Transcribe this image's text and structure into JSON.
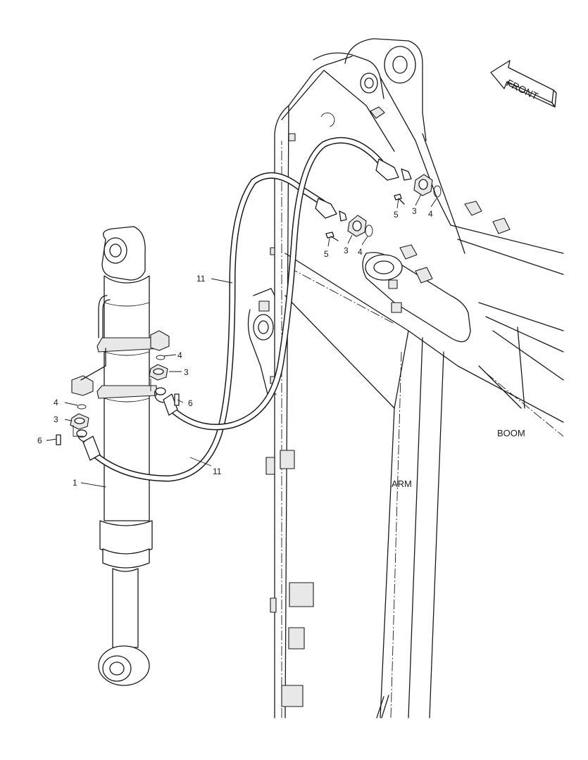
{
  "labels": {
    "front": "FRONT",
    "boom": "BOOM",
    "arm": "ARM"
  },
  "callouts": {
    "c1": "1",
    "c3a": "3",
    "c3b": "3",
    "c3c": "3",
    "c3d": "3",
    "c4a": "4",
    "c4b": "4",
    "c4c": "4",
    "c4d": "4",
    "c5a": "5",
    "c5b": "5",
    "c6a": "6",
    "c6b": "6",
    "c11a": "11",
    "c11b": "11"
  }
}
